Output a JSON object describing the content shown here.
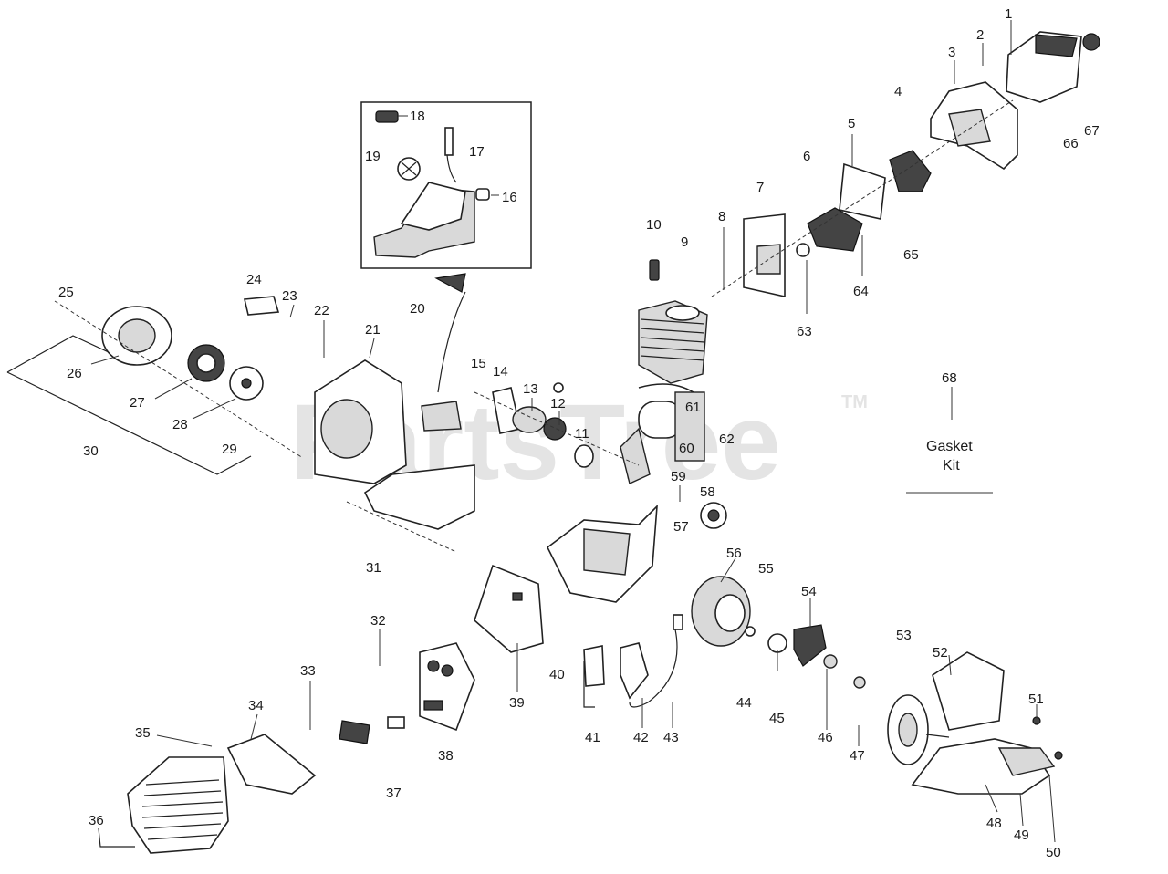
{
  "watermark": {
    "brand": "PartsTree",
    "mark": "TM"
  },
  "gasket_kit": {
    "line1": "Gasket",
    "line2": "Kit"
  },
  "callouts": [
    {
      "n": "1"
    },
    {
      "n": "2"
    },
    {
      "n": "3"
    },
    {
      "n": "4"
    },
    {
      "n": "5"
    },
    {
      "n": "6"
    },
    {
      "n": "7"
    },
    {
      "n": "8"
    },
    {
      "n": "9"
    },
    {
      "n": "10"
    },
    {
      "n": "11"
    },
    {
      "n": "12"
    },
    {
      "n": "13"
    },
    {
      "n": "14"
    },
    {
      "n": "15"
    },
    {
      "n": "16"
    },
    {
      "n": "17"
    },
    {
      "n": "18"
    },
    {
      "n": "19"
    },
    {
      "n": "20"
    },
    {
      "n": "21"
    },
    {
      "n": "22"
    },
    {
      "n": "23"
    },
    {
      "n": "24"
    },
    {
      "n": "25"
    },
    {
      "n": "26"
    },
    {
      "n": "27"
    },
    {
      "n": "28"
    },
    {
      "n": "29"
    },
    {
      "n": "30"
    },
    {
      "n": "31"
    },
    {
      "n": "32"
    },
    {
      "n": "33"
    },
    {
      "n": "34"
    },
    {
      "n": "35"
    },
    {
      "n": "36"
    },
    {
      "n": "37"
    },
    {
      "n": "38"
    },
    {
      "n": "39"
    },
    {
      "n": "40"
    },
    {
      "n": "41"
    },
    {
      "n": "42"
    },
    {
      "n": "43"
    },
    {
      "n": "44"
    },
    {
      "n": "45"
    },
    {
      "n": "46"
    },
    {
      "n": "47"
    },
    {
      "n": "48"
    },
    {
      "n": "49"
    },
    {
      "n": "50"
    },
    {
      "n": "51"
    },
    {
      "n": "52"
    },
    {
      "n": "53"
    },
    {
      "n": "54"
    },
    {
      "n": "55"
    },
    {
      "n": "56"
    },
    {
      "n": "57"
    },
    {
      "n": "58"
    },
    {
      "n": "59"
    },
    {
      "n": "60"
    },
    {
      "n": "61"
    },
    {
      "n": "62"
    },
    {
      "n": "63"
    },
    {
      "n": "64"
    },
    {
      "n": "65"
    },
    {
      "n": "66"
    },
    {
      "n": "67"
    },
    {
      "n": "68"
    }
  ]
}
